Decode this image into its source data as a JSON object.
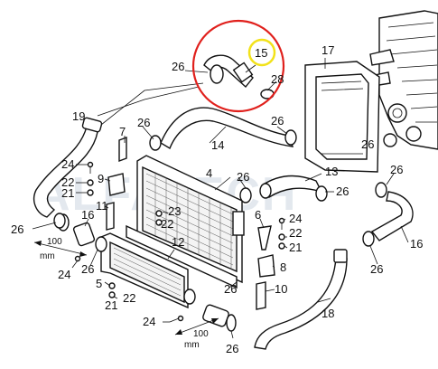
{
  "callouts": {
    "c4": "4",
    "c5": "5",
    "c6": "6",
    "c7": "7",
    "c8": "8",
    "c9": "9",
    "c10": "10",
    "c11": "11",
    "c12": "12",
    "c13": "13",
    "c14": "14",
    "c15": "15",
    "c16a": "16",
    "c16b": "16",
    "c17": "17",
    "c18": "18",
    "c19": "19",
    "c21a": "21",
    "c21b": "21",
    "c21c": "21",
    "c22a": "22",
    "c22b": "22",
    "c22c": "22",
    "c22d": "22",
    "c23": "23",
    "c24a": "24",
    "c24b": "24",
    "c24c": "24",
    "c24d": "24",
    "c26a": "26",
    "c26b": "26",
    "c26c": "26",
    "c26d": "26",
    "c26e": "26",
    "c26f": "26",
    "c26g": "26",
    "c26h": "26",
    "c26i": "26",
    "c26j": "26",
    "c26k": "26",
    "c26l": "26",
    "c28": "28"
  },
  "dimensions": {
    "left_value": "100",
    "left_unit": "mm",
    "bottom_value": "100",
    "bottom_unit": "mm"
  },
  "watermark": "ALFATECH",
  "highlight": {
    "circle_color": "#e0201c",
    "badge_color": "#f2e21a",
    "badge_part": "15"
  }
}
